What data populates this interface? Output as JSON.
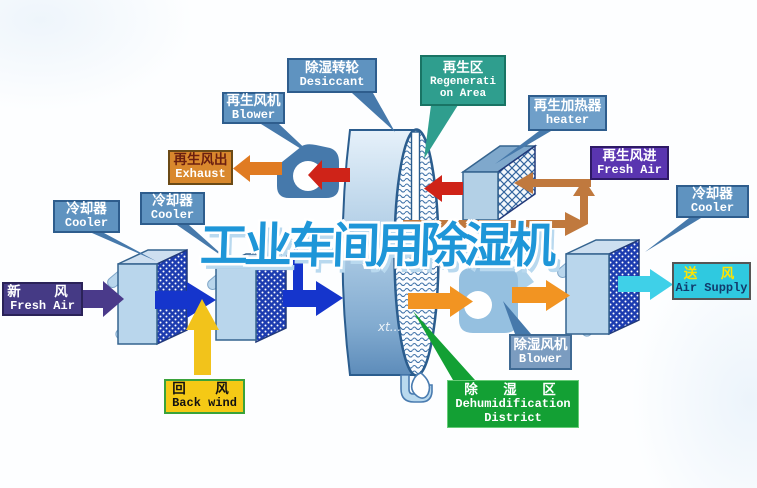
{
  "watermark": {
    "text": "工业车间用除湿机",
    "small": "xt..."
  },
  "labels": {
    "desiccant": {
      "cn": "除湿转轮",
      "en": "Desiccant"
    },
    "regen_blower": {
      "cn": "再生风机",
      "en": "Blower"
    },
    "exhaust": {
      "cn": "再生风出",
      "en": "Exhaust"
    },
    "cooler1": {
      "cn": "冷却器",
      "en": "Cooler"
    },
    "cooler2": {
      "cn": "冷却器",
      "en": "Cooler"
    },
    "regen_area": {
      "cn": "再生区",
      "en_line1": "Regenerati",
      "en_line2": "on Area"
    },
    "heater": {
      "cn": "再生加热器",
      "en": "heater"
    },
    "regen_fresh_air": {
      "cn": "再生风进",
      "en": "Fresh Air"
    },
    "cooler3": {
      "cn": "冷却器",
      "en": "Cooler"
    },
    "fresh_air": {
      "cn": "新　风",
      "en": "Fresh Air"
    },
    "back_wind": {
      "cn": "回　风",
      "en": "Back wind"
    },
    "dehumid_blower": {
      "cn": "除湿风机",
      "en": "Blower"
    },
    "dehumid_area": {
      "cn": "除　湿　区",
      "en_line1": "Dehumidification",
      "en_line2": "District"
    },
    "air_supply": {
      "cn": "送　风",
      "en": "Air Supply"
    }
  },
  "colors": {
    "label_steel_blue": "#5f93c0",
    "label_teal": "#2f9e8e",
    "label_purple": "#5a35b0",
    "label_dark_purple": "#453a85",
    "label_orange": "#d9882d",
    "label_yellow": "#f5c915",
    "label_green": "#13a034",
    "label_cyan": "#2fc9e0",
    "arrow_red": "#cf2318",
    "arrow_blue": "#1535cc",
    "arrow_orange": "#f29422",
    "arrow_brown": "#c0793e",
    "arrow_yellow": "#f2c31b",
    "arrow_purple": "#4a3a8a",
    "arrow_cyan": "#3fd0e8",
    "watermark_blue": "#1e96d8"
  }
}
